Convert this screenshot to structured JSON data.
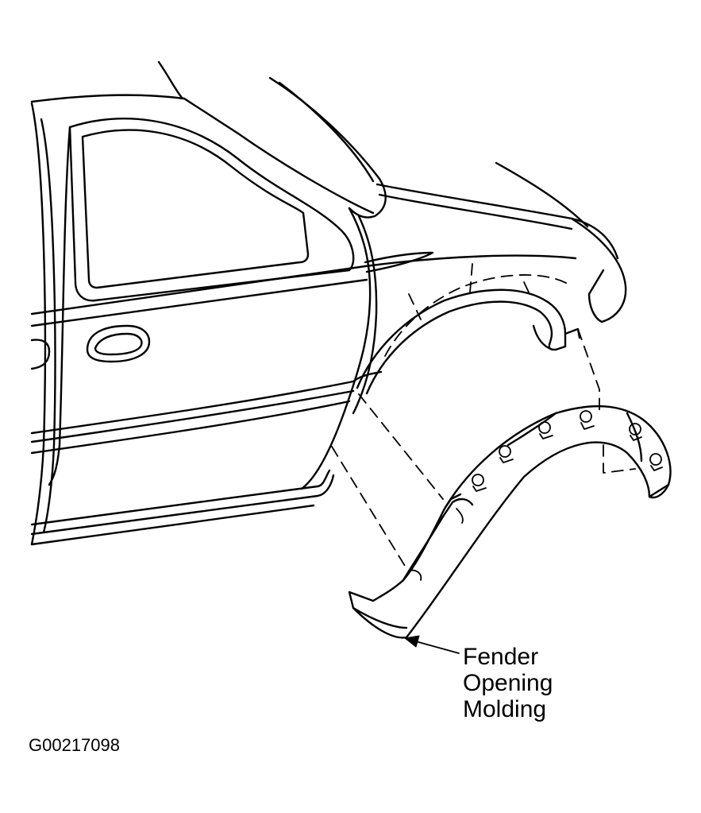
{
  "callout": {
    "lines": [
      "Fender",
      "Opening",
      "Molding"
    ]
  },
  "figure_id": "G00217098"
}
